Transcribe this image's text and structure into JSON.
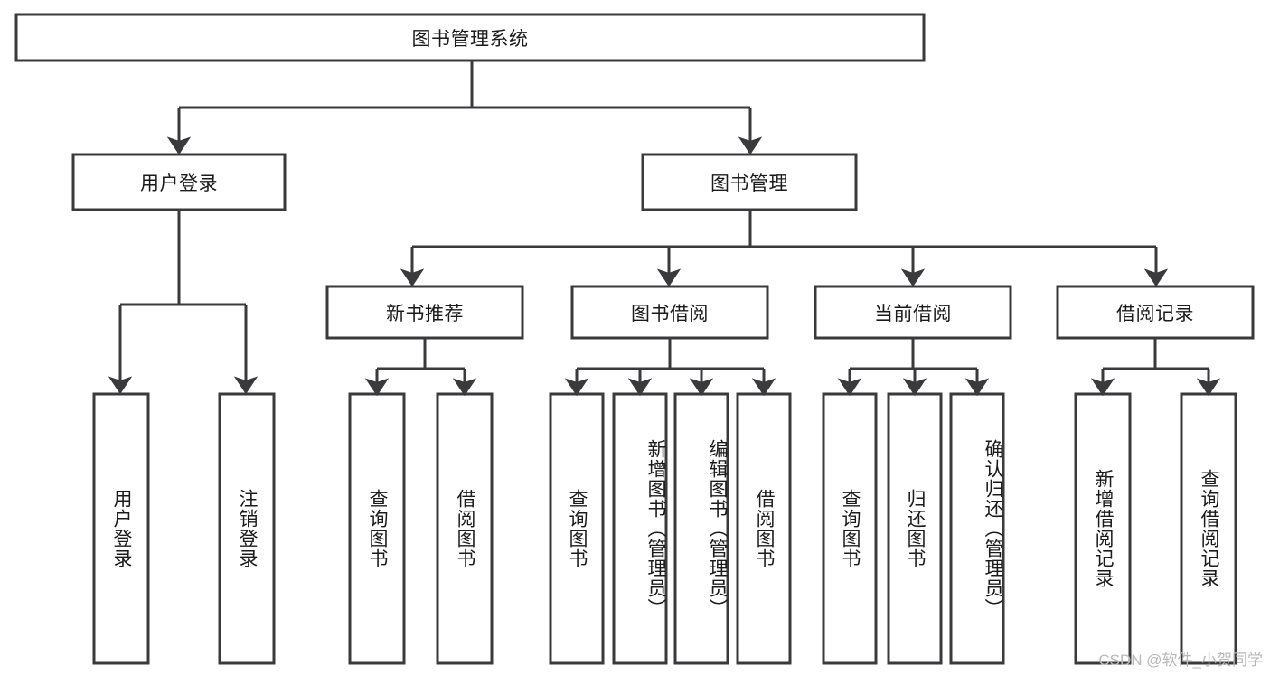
{
  "diagram": {
    "type": "tree",
    "title": "图书管理系统",
    "watermark": "CSDN @软件_小贺同学",
    "colors": {
      "box_stroke": "#3a3a3c",
      "box_fill": "#ffffff",
      "connector": "#3a3a3c",
      "text": "#1b1b1b",
      "watermark": "#b9b9b9",
      "background": "#ffffff"
    },
    "root": {
      "label": "图书管理系统",
      "orientation": "horizontal"
    },
    "level2": [
      {
        "label": "用户登录",
        "orientation": "horizontal"
      },
      {
        "label": "图书管理",
        "orientation": "horizontal"
      }
    ],
    "level3": [
      {
        "label": "新书推荐",
        "orientation": "horizontal"
      },
      {
        "label": "图书借阅",
        "orientation": "horizontal"
      },
      {
        "label": "当前借阅",
        "orientation": "horizontal"
      },
      {
        "label": "借阅记录",
        "orientation": "horizontal"
      }
    ],
    "leaves": {
      "user_login": [
        {
          "label": "用户登录",
          "orientation": "vertical"
        },
        {
          "label": "注销登录",
          "orientation": "vertical"
        }
      ],
      "new_book_recommend": [
        {
          "label": "查询图书",
          "orientation": "vertical"
        },
        {
          "label": "借阅图书",
          "orientation": "vertical"
        }
      ],
      "book_borrow": [
        {
          "label": "查询图书",
          "orientation": "vertical"
        },
        {
          "label": "新增图书（管理员）",
          "orientation": "vertical"
        },
        {
          "label": "编辑图书（管理员）",
          "orientation": "vertical"
        },
        {
          "label": "借阅图书",
          "orientation": "vertical"
        }
      ],
      "current_borrow": [
        {
          "label": "查询图书",
          "orientation": "vertical"
        },
        {
          "label": "归还图书",
          "orientation": "vertical"
        },
        {
          "label": "确认归还（管理员）",
          "orientation": "vertical"
        }
      ],
      "borrow_records": [
        {
          "label": "新增借阅记录",
          "orientation": "vertical"
        },
        {
          "label": "查询借阅记录",
          "orientation": "vertical"
        }
      ]
    }
  }
}
